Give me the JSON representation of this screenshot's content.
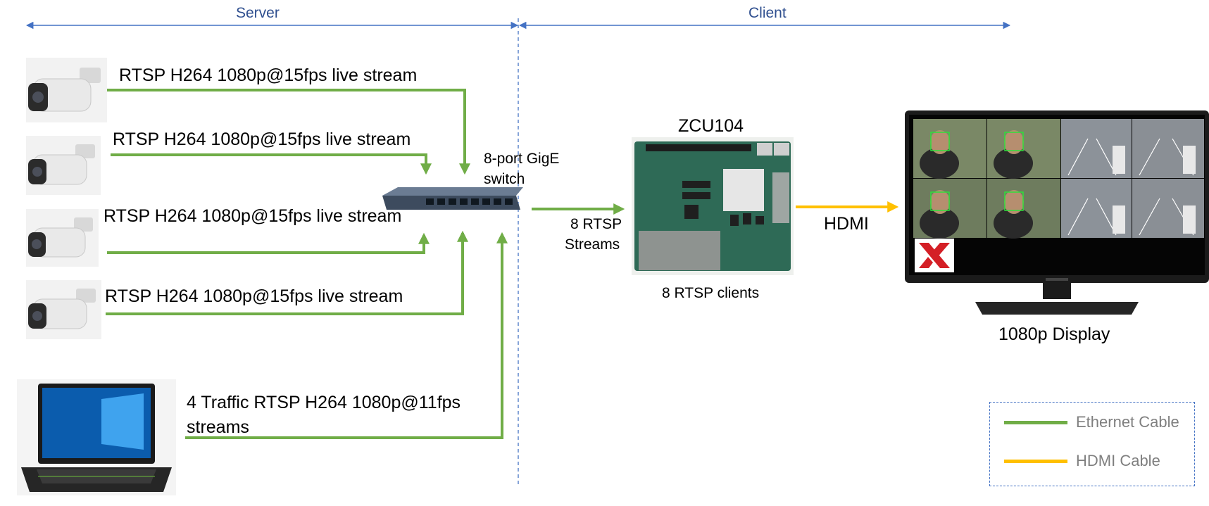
{
  "sections": {
    "server": "Server",
    "client": "Client"
  },
  "streams": [
    "RTSP H264 1080p@15fps live stream",
    "RTSP H264 1080p@15fps live stream",
    "RTSP H264 1080p@15fps live stream",
    "RTSP H264 1080p@15fps live stream"
  ],
  "laptop_stream": {
    "line1": "4 Traffic RTSP H264 1080p@11fps",
    "line2": "streams"
  },
  "switch": {
    "line1": "8-port GigE",
    "line2": "switch"
  },
  "rtsp_streams": {
    "line1": "8 RTSP",
    "line2": "Streams"
  },
  "board": {
    "title": "ZCU104",
    "caption": "8 RTSP clients"
  },
  "hdmi_label": "HDMI",
  "display_caption": "1080p Display",
  "legend": {
    "ethernet": "Ethernet Cable",
    "hdmi": "HDMI Cable"
  },
  "colors": {
    "ethernet": "#70ad47",
    "hdmi": "#ffc000",
    "section": "#4472c4",
    "section_text": "#2f4f8f"
  },
  "icons": [
    "camera-icon",
    "network-switch-icon",
    "laptop-icon",
    "fpga-board-icon",
    "monitor-icon",
    "xilinx-logo-icon"
  ]
}
